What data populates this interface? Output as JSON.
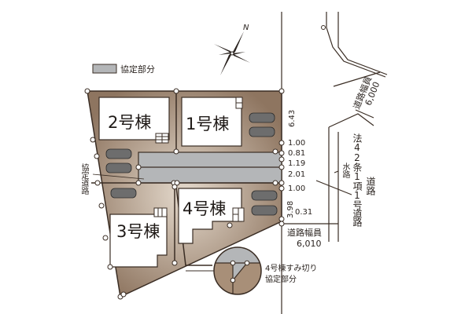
{
  "colors": {
    "lot": "#8e7560",
    "lot_light": "#c8b8a6",
    "agreement": "#b4b6b8",
    "line": "#3a2d24"
  },
  "compass": {
    "north_label": "N"
  },
  "legend": {
    "label": "協定部分"
  },
  "buildings": [
    {
      "id": "1",
      "label": "1号棟"
    },
    {
      "id": "2",
      "label": "2号棟"
    },
    {
      "id": "3",
      "label": "3号棟"
    },
    {
      "id": "4",
      "label": "4号棟"
    }
  ],
  "agreement_road_label": "協定道路",
  "dimensions": {
    "d1": "6.43",
    "d2": "1.00",
    "d3": "0.81",
    "d4": "1.19",
    "d5": "2.01",
    "d6": "1.00",
    "d7": "3.98",
    "d8": "0.31"
  },
  "road_south": {
    "label": "道路幅員",
    "width": "6,010"
  },
  "road_north": {
    "label": "道路幅員",
    "width": "6,000"
  },
  "waterway_label": "水路",
  "article_road": {
    "label": "法42条1項1号道路",
    "suffix": "道路"
  },
  "inset": {
    "line1": "4号棟すみ切り",
    "line2": "協定部分"
  }
}
